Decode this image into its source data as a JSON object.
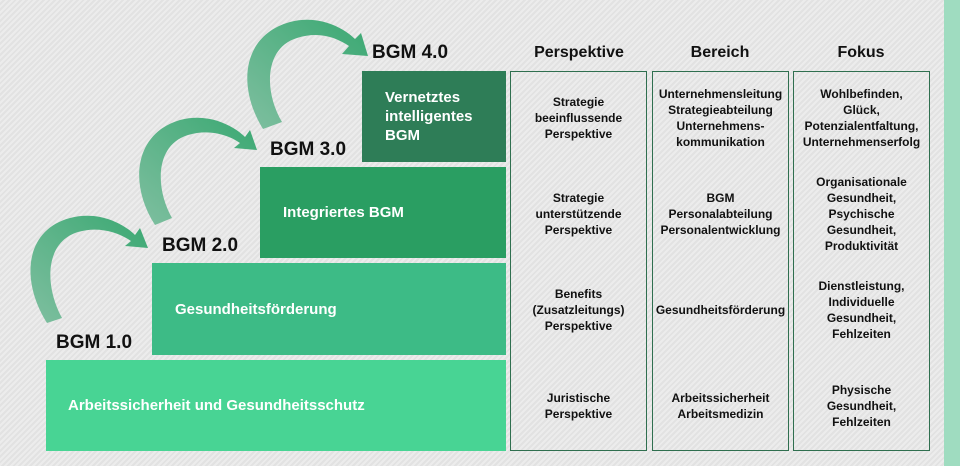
{
  "levels": [
    {
      "label": "BGM 1.0",
      "title": "Arbeitssicherheit und Gesundheitsschutz",
      "color": "#48d494"
    },
    {
      "label": "BGM 2.0",
      "title": "Gesundheitsförderung",
      "color": "#3dbb86"
    },
    {
      "label": "BGM 3.0",
      "title": "Integriertes BGM",
      "color": "#2a9e62"
    },
    {
      "label": "BGM 4.0",
      "title": "Vernetztes\nintelligentes\nBGM",
      "color": "#2e7d57"
    }
  ],
  "columns": [
    {
      "header": "Perspektive",
      "cells": [
        "Strategie\nbeeinflussende\nPerspektive",
        "Strategie\nunterstützende\nPerspektive",
        "Benefits\n(Zusatzleitungs)\nPerspektive",
        "Juristische\nPerspektive"
      ]
    },
    {
      "header": "Bereich",
      "cells": [
        "Unternehmensleitung\nStrategieabteilung\nUnternehmens-\nkommunikation",
        "BGM\nPersonalabteilung\nPersonalentwicklung",
        "Gesundheitsförderung",
        "Arbeitssicherheit\nArbeitsmedizin"
      ]
    },
    {
      "header": "Fokus",
      "cells": [
        "Wohlbefinden,\nGlück,\nPotenzialentfaltung,\nUnternehmenserfolg",
        "Organisationale\nGesundheit,\nPsychische\nGesundheit,\nProduktivität",
        "Dienstleistung,\nIndividuelle\nGesundheit,\nFehlzeiten",
        "Physische\nGesundheit,\nFehlzeiten"
      ]
    }
  ]
}
